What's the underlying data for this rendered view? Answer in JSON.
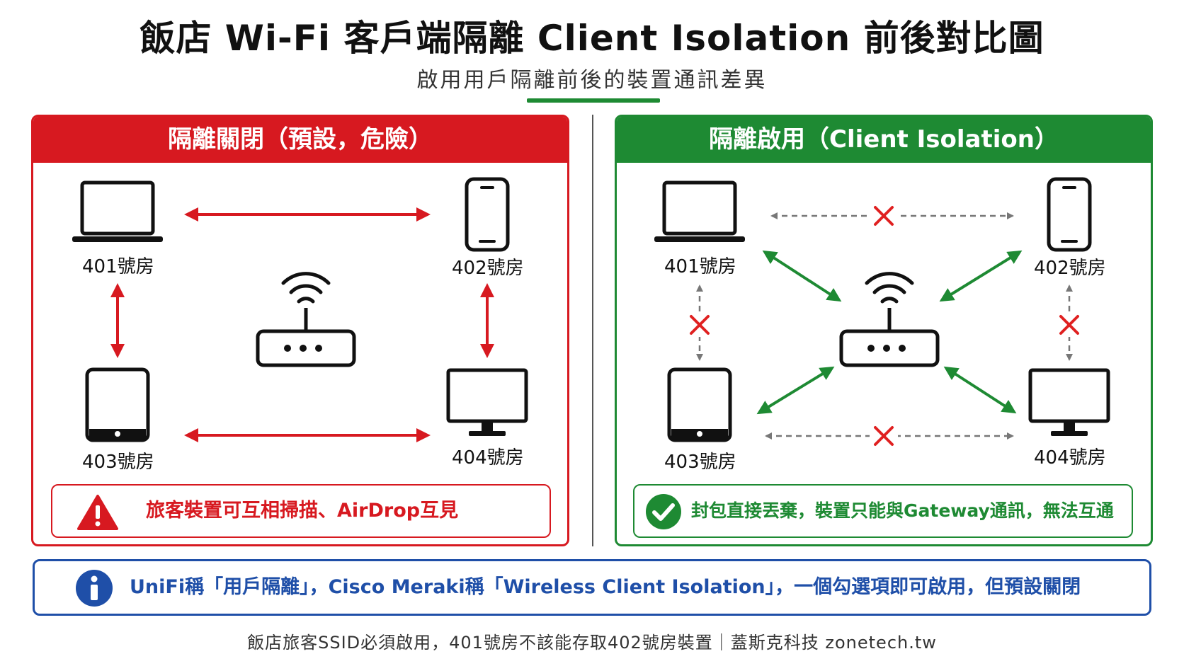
{
  "title": "飯店 Wi-Fi 客戶端隔離 Client Isolation 前後對比圖",
  "subtitle": "啟用用戶隔離前後的裝置通訊差異",
  "colors": {
    "red": "#d71920",
    "green": "#1e8a33",
    "blue": "#1f4fa8",
    "gray": "#777777"
  },
  "left_panel": {
    "header": "隔離關閉（預設，危險）",
    "devices": [
      {
        "icon": "laptop-icon",
        "label": "401號房"
      },
      {
        "icon": "smartphone-icon",
        "label": "402號房"
      },
      {
        "icon": "tablet-icon",
        "label": "403號房"
      },
      {
        "icon": "monitor-icon",
        "label": "404號房"
      }
    ],
    "center_icon": "wifi-router-icon",
    "alert_icon": "warning-triangle-icon",
    "alert": "旅客裝置可互相掃描、AirDrop互見"
  },
  "right_panel": {
    "header": "隔離啟用（Client Isolation）",
    "devices": [
      {
        "icon": "laptop-icon",
        "label": "401號房"
      },
      {
        "icon": "smartphone-icon",
        "label": "402號房"
      },
      {
        "icon": "tablet-icon",
        "label": "403號房"
      },
      {
        "icon": "monitor-icon",
        "label": "404號房"
      }
    ],
    "center_icon": "wifi-router-icon",
    "alert_icon": "check-circle-icon",
    "alert": "封包直接丟棄，裝置只能與Gateway通訊，無法互通"
  },
  "info": {
    "icon": "info-circle-icon",
    "text": "UniFi稱「用戶隔離」，Cisco Meraki稱「Wireless Client Isolation」，一個勾選項即可啟用，但預設關閉"
  },
  "footer": "飯店旅客SSID必須啟用，401號房不該能存取402號房裝置｜蓋斯克科技 zonetech.tw"
}
